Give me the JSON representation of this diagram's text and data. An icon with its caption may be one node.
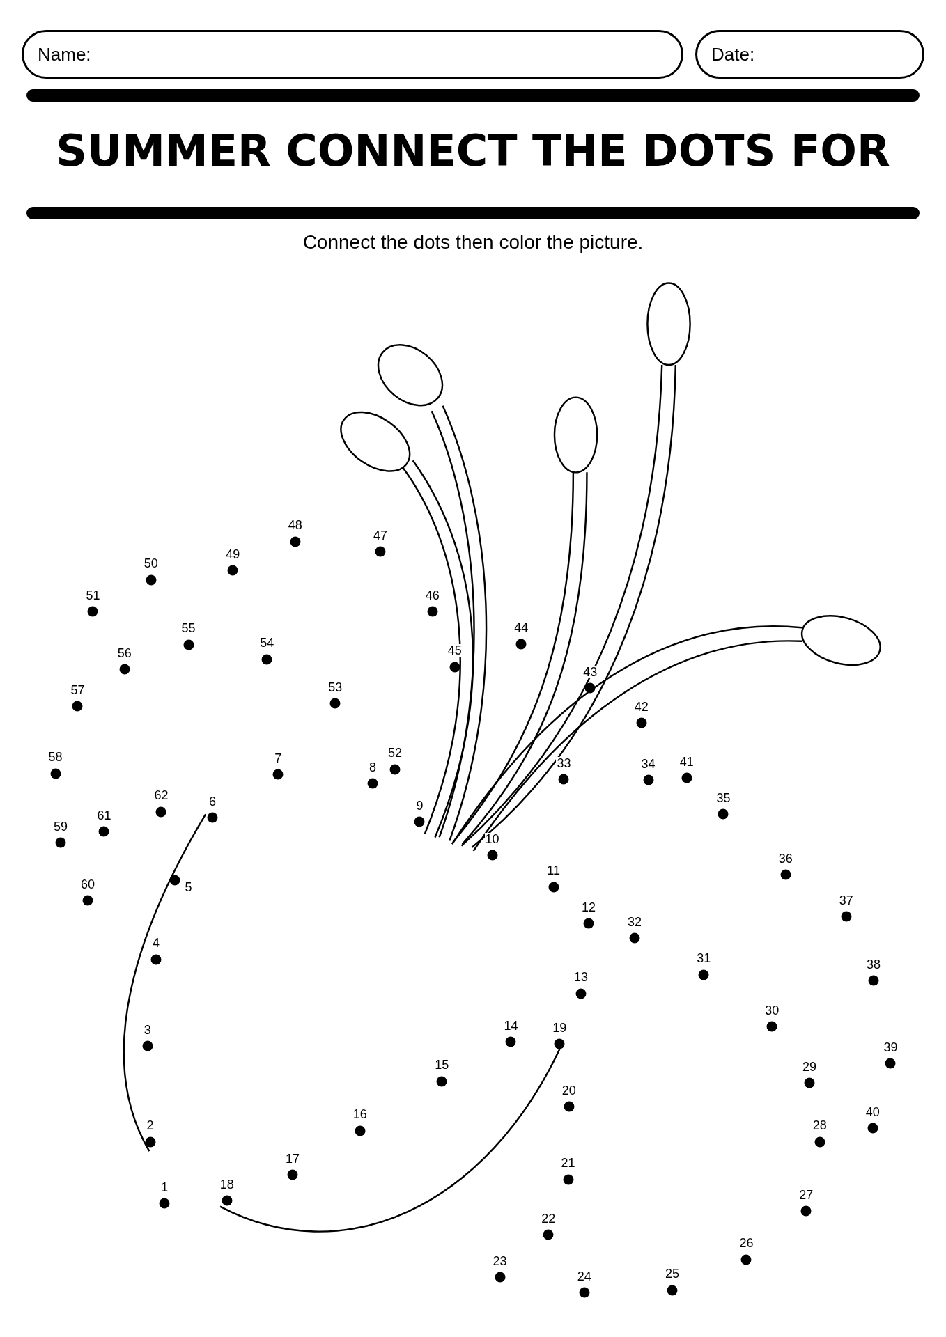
{
  "diagram": {
    "title": "SUMMER CONNECT THE DOTS FOR",
    "nodes": [
      {
        "text": [],
        "shape": "bar"
      },
      {
        "text": [],
        "shape": "bar"
      }
    ],
    "labels": [
      "Name:",
      "Date:",
      "Connect the dots then color the picture.",
      "1",
      "2",
      "3",
      "4",
      "5",
      "6",
      "7",
      "8",
      "9",
      "10",
      "11",
      "12",
      "13",
      "14",
      "15",
      "16",
      "17",
      "18",
      "19",
      "20",
      "21",
      "22",
      "23",
      "24",
      "25",
      "26",
      "27",
      "28",
      "29",
      "30",
      "31",
      "32",
      "33",
      "34",
      "35",
      "36",
      "37",
      "38",
      "39",
      "40",
      "41",
      "42",
      "43",
      "44",
      "45",
      "46",
      "47",
      "48",
      "49",
      "50",
      "51",
      "52",
      "53",
      "54",
      "55",
      "56",
      "57",
      "58",
      "59",
      "60",
      "61",
      "62"
    ]
  }
}
